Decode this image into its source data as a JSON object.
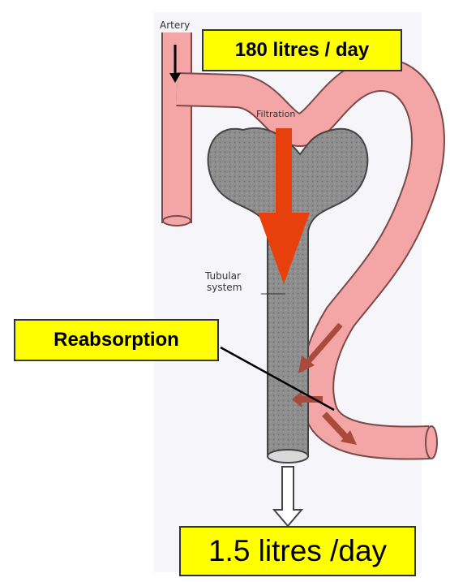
{
  "figure": {
    "flow_in": "180 litres / day",
    "reabsorption": "Reabsorption",
    "flow_out": "1.5 litres /day"
  },
  "sketch_labels": {
    "artery": "Artery",
    "filtration": "Filtration",
    "tubular_line1": "Tubular",
    "tubular_line2": "system"
  },
  "colors": {
    "vessel_fill": "#f4a6a6",
    "vessel_outline": "#7a4a4a",
    "tubule_fill": "#8e8e8e",
    "filtration_arrow": "#e8400c",
    "reabsorption_arrow": "#a84a3c",
    "callout_fill": "#ffff00"
  }
}
